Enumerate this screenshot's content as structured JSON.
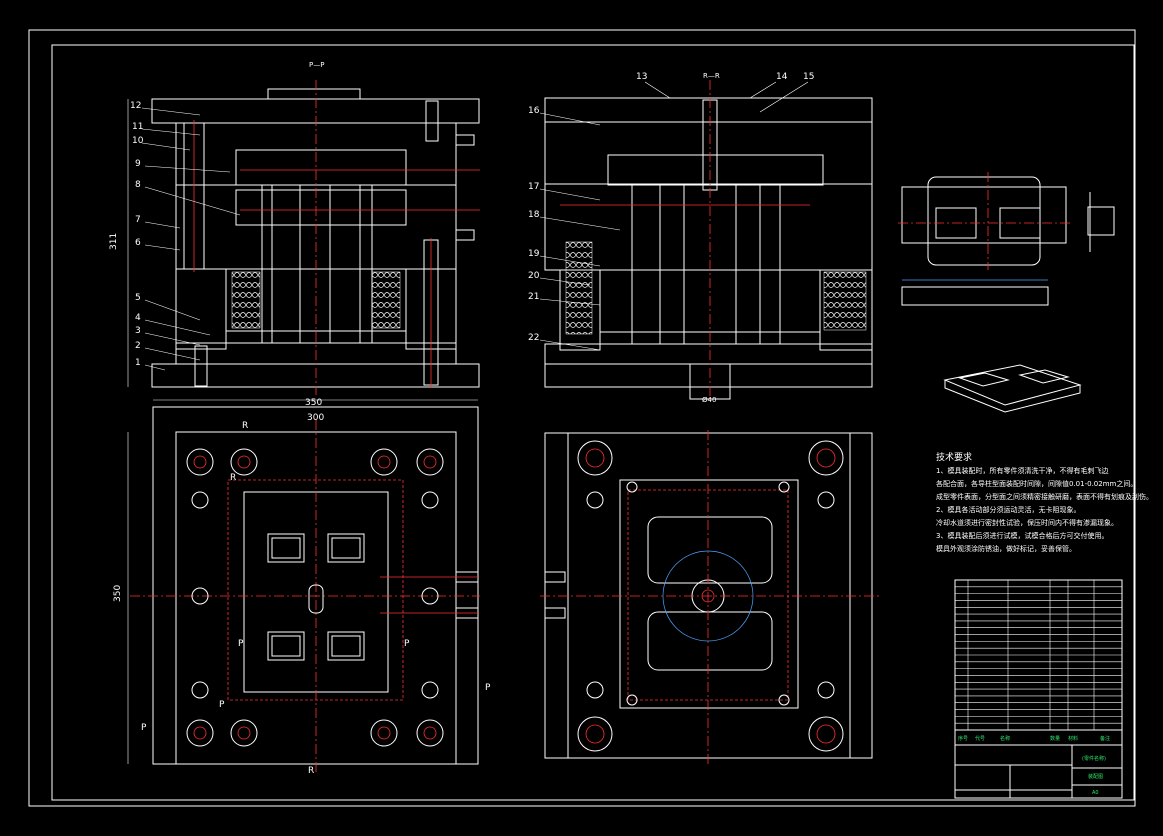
{
  "drawing": {
    "section_pp_label": "P—P",
    "section_rr_label": "R—R",
    "dim_height": "311",
    "dim_width_outer": "350",
    "dim_width_inner": "300",
    "dim_side_height": "350",
    "dim_diameter": "Ø40",
    "part_numbers_left": [
      "12",
      "11",
      "10",
      "9",
      "8",
      "7",
      "6",
      "5",
      "4",
      "3",
      "2",
      "1"
    ],
    "part_numbers_right": [
      "16",
      "17",
      "18",
      "19",
      "20",
      "21",
      "22"
    ],
    "part_numbers_top": [
      "13",
      "14",
      "15"
    ],
    "section_marks": [
      "R",
      "R",
      "P",
      "P",
      "P",
      "P",
      "R",
      "P"
    ],
    "tech_req_title": "技术要求",
    "tech_req_lines": [
      "1、模具装配时，所有零件须清洗干净，不得有毛刺飞边",
      "各配合面，各导柱型面装配时间隙，间隙值0.01-0.02mm之间。",
      "成型零件表面，分型面之间须精密接触研磨，表面不得有划痕及刮伤。",
      "2、模具各活动部分须运动灵活，无卡阻现象。",
      "冷却水道须进行密封性试验，保压时间内不得有渗漏现象。",
      "3、模具装配后须进行试模，试模合格后方可交付使用。",
      "模具外观须涂防锈油，做好标记，妥善保管。"
    ],
    "title_block": {
      "project_name": "(零件名称)",
      "title": "装配图",
      "sheet": "A0",
      "header_cols": [
        "序号",
        "代号",
        "名称",
        "数量",
        "材料",
        "备注"
      ],
      "row_count": 22
    }
  }
}
